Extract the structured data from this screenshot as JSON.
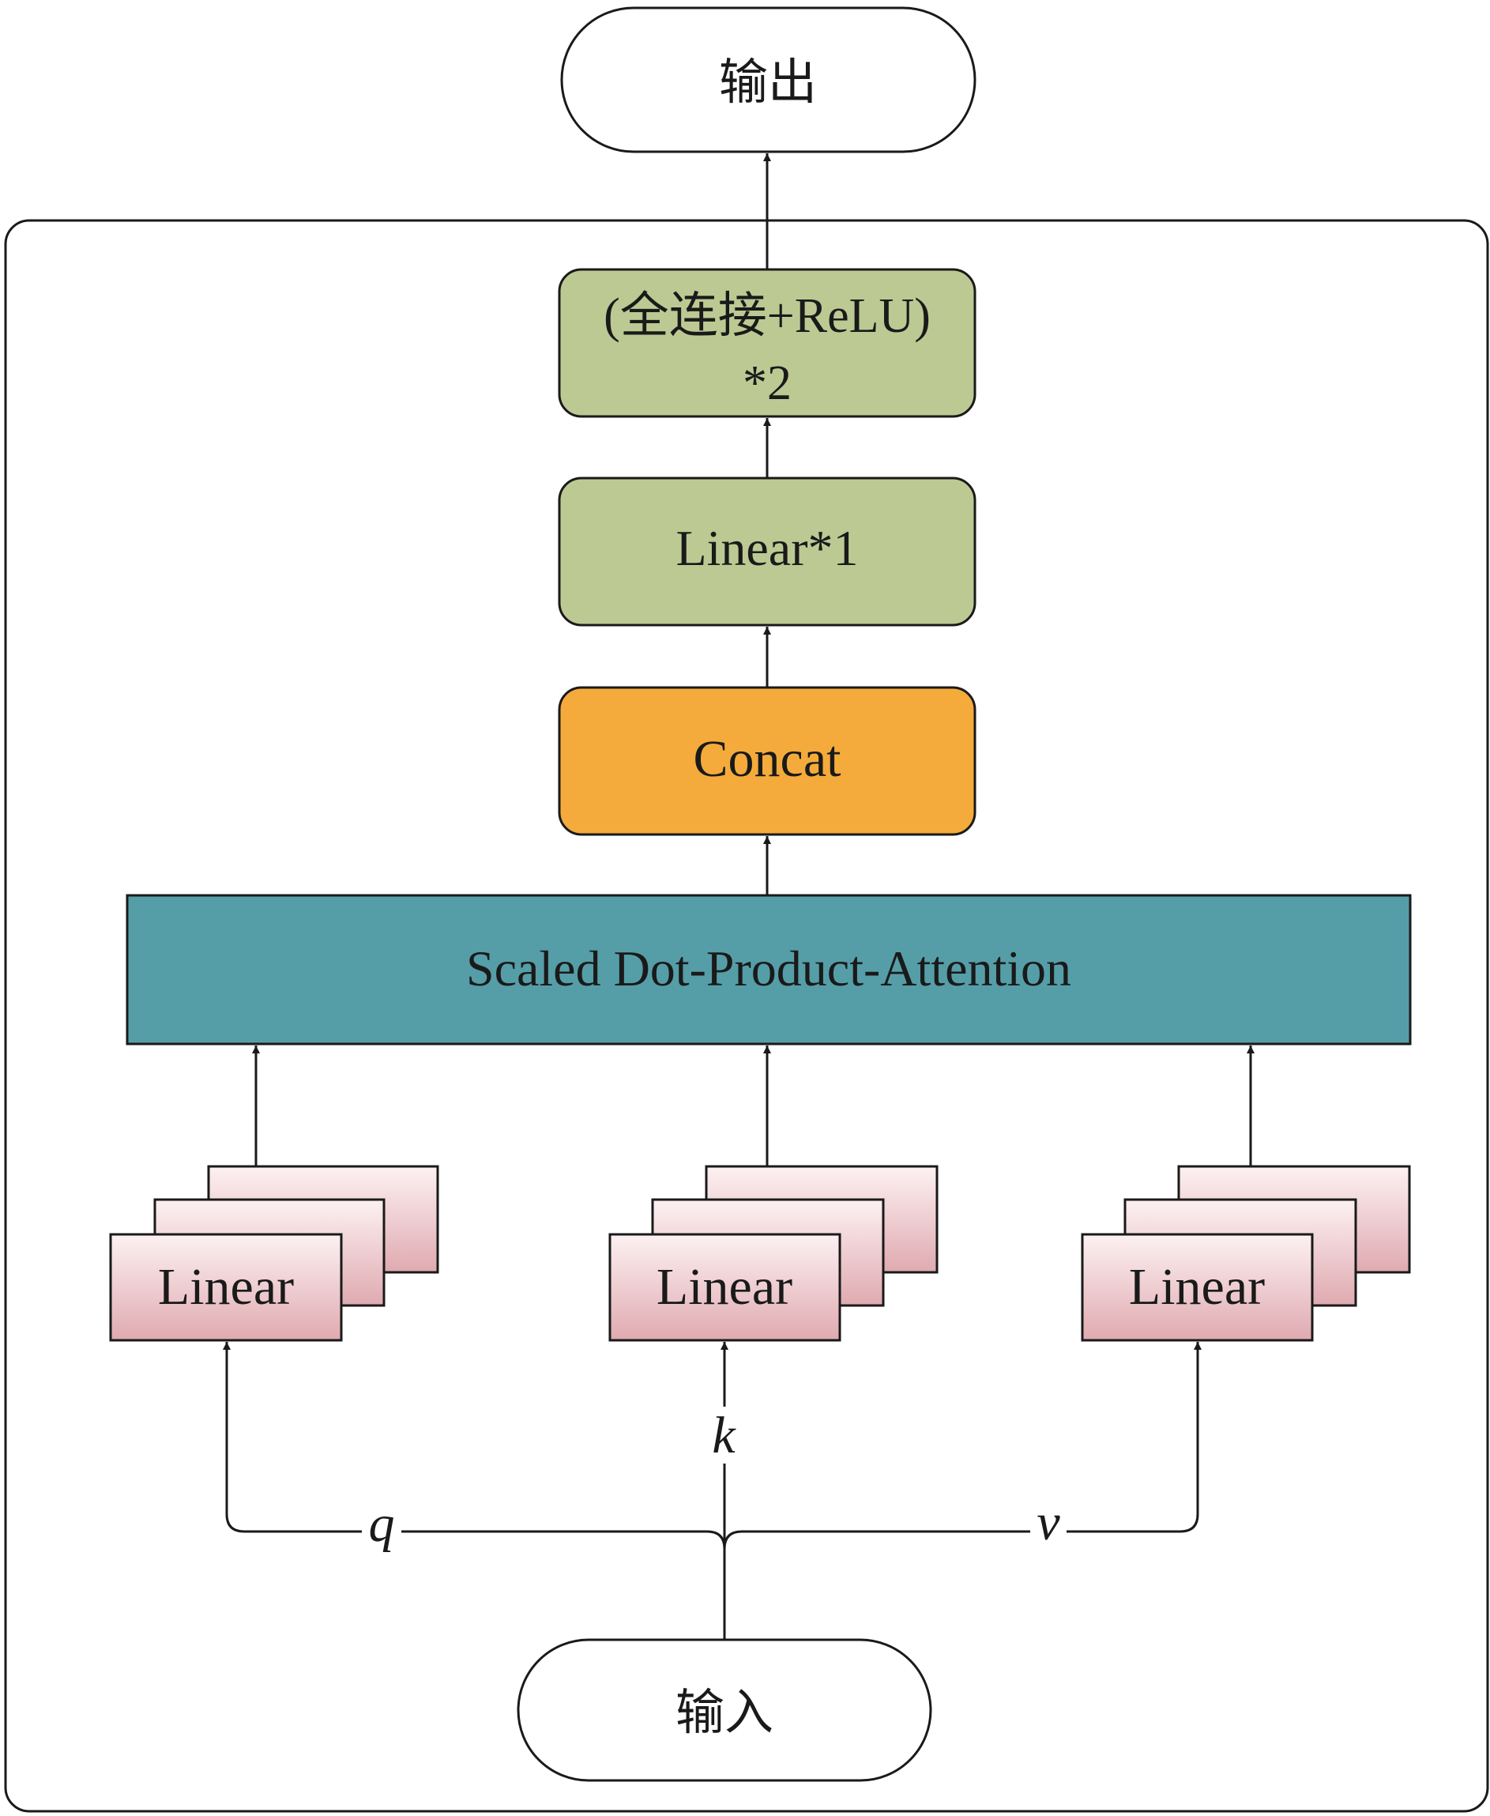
{
  "output_node": {
    "label": "输出"
  },
  "input_node": {
    "label": "输入"
  },
  "fc_relu": {
    "line1": "(全连接+ReLU)",
    "line2": "*2",
    "color": "#bcc993"
  },
  "linear1": {
    "label": "Linear*1",
    "color": "#bcc993"
  },
  "concat": {
    "label": "Concat",
    "color": "#f4ab3b"
  },
  "attention": {
    "label": "Scaled Dot-Product-Attention",
    "color": "#559ea8"
  },
  "linear_stacks": [
    {
      "label": "Linear"
    },
    {
      "label": "Linear"
    },
    {
      "label": "Linear"
    }
  ],
  "inputs": {
    "q": "q",
    "k": "k",
    "v": "v"
  },
  "colors": {
    "linear_gradient_top": "#fdf1f2",
    "linear_gradient_bottom": "#dfaab0",
    "line": "#1a1a1a"
  }
}
